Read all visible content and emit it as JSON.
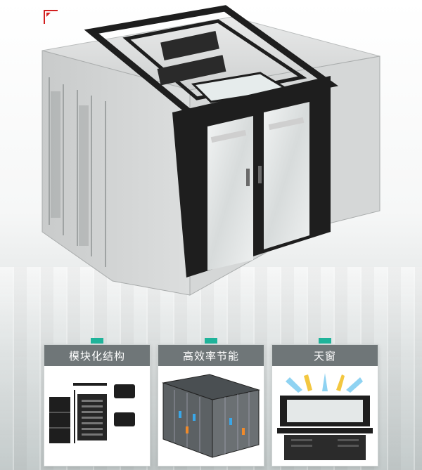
{
  "features": [
    {
      "label": "模块化结构"
    },
    {
      "label": "高效率节能"
    },
    {
      "label": "天窗"
    }
  ],
  "colors": {
    "accent": "#1fb39a",
    "label_bg": "#6f7678",
    "corner_mark": "#d21f1f",
    "cabinet": "#d9dada",
    "frame": "#1e1e1e"
  },
  "icons": [
    "corner-mark-icon",
    "airflow-arrow-icon"
  ]
}
